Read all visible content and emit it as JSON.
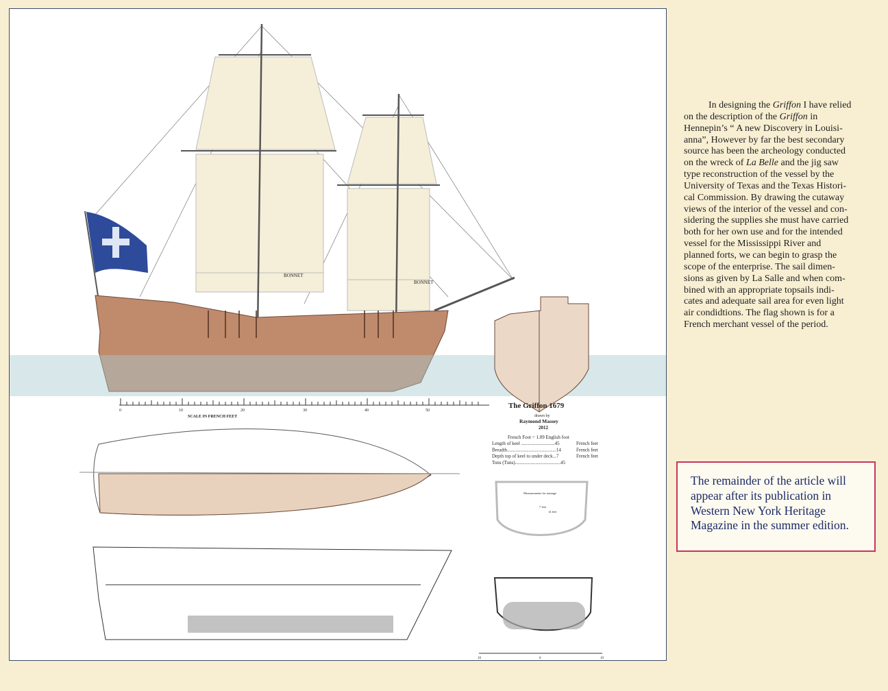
{
  "drawing": {
    "title": "The Griffon  1679",
    "drawn_by": "drawn by",
    "author": "Raymond Massey",
    "year": "2012",
    "conversion": "French Foot = 1.09  English foot",
    "specs": [
      {
        "label": "Length of keel ............................",
        "value": "45",
        "unit": "French feet"
      },
      {
        "label": "Breadth.........................................",
        "value": "14",
        "unit": "French feet"
      },
      {
        "label": "Depth top of keel to under deck...",
        "value": "7",
        "unit": "French feet"
      },
      {
        "label": "Tons (Tuns)......................................",
        "value": "45",
        "unit": ""
      }
    ],
    "sail_label_main": "BONNET",
    "sail_label_fore": "BONNET",
    "scale_label": "SCALE  IN  FRENCH FEET",
    "scale_ticks": [
      "0",
      "10",
      "20",
      "30",
      "40",
      "50"
    ],
    "section_label": "Measurements for tonnage",
    "section_depth": "7 feet",
    "section_breadth": "14 feet",
    "small_scale_ticks": [
      "10",
      "0",
      "10"
    ],
    "colors": {
      "hull": "#c08a6c",
      "sail": "#f5efd9",
      "water": "#a9c9d0",
      "flag": "#2e4a9a"
    }
  },
  "caption": {
    "lines": [
      [
        {
          "t": "In designing the "
        },
        {
          "t": "Griffon",
          "i": true
        },
        {
          "t": " I have relied"
        }
      ],
      [
        {
          "t": "on the description of the "
        },
        {
          "t": "Griffon",
          "i": true
        },
        {
          "t": " in"
        }
      ],
      [
        {
          "t": "Hennepin’s “ A new Discovery in Louisi-"
        }
      ],
      [
        {
          "t": "anna”, However by far the best secondary"
        }
      ],
      [
        {
          "t": "source has been the archeology conducted"
        }
      ],
      [
        {
          "t": "on the wreck of "
        },
        {
          "t": "La Belle",
          "i": true
        },
        {
          "t": " and the jig saw"
        }
      ],
      [
        {
          "t": "type reconstruction of the vessel by the"
        }
      ],
      [
        {
          "t": "University of Texas and the Texas Histori-"
        }
      ],
      [
        {
          "t": "cal Commission. By drawing the cutaway"
        }
      ],
      [
        {
          "t": "views of the interior of the vessel and con-"
        }
      ],
      [
        {
          "t": "sidering the supplies she must have carried"
        }
      ],
      [
        {
          "t": "both for her own use and for the intended"
        }
      ],
      [
        {
          "t": "vessel for the Mississippi River and"
        }
      ],
      [
        {
          "t": "planned forts, we can begin to grasp the"
        }
      ],
      [
        {
          "t": "scope of the enterprise. The sail dimen-"
        }
      ],
      [
        {
          "t": "sions as given by La Salle and when com-"
        }
      ],
      [
        {
          "t": "bined with an appropriate topsails indi-"
        }
      ],
      [
        {
          "t": "cates and adequate sail area for even light"
        }
      ],
      [
        {
          "t": "air condidtions. The flag shown is for a"
        }
      ],
      [
        {
          "t": "French merchant vessel of the period."
        }
      ]
    ]
  },
  "notice": {
    "lines": [
      "The remainder of the article will",
      "appear  after  its publication in",
      "Western New York Heritage",
      "Magazine  in the summer edition."
    ]
  }
}
